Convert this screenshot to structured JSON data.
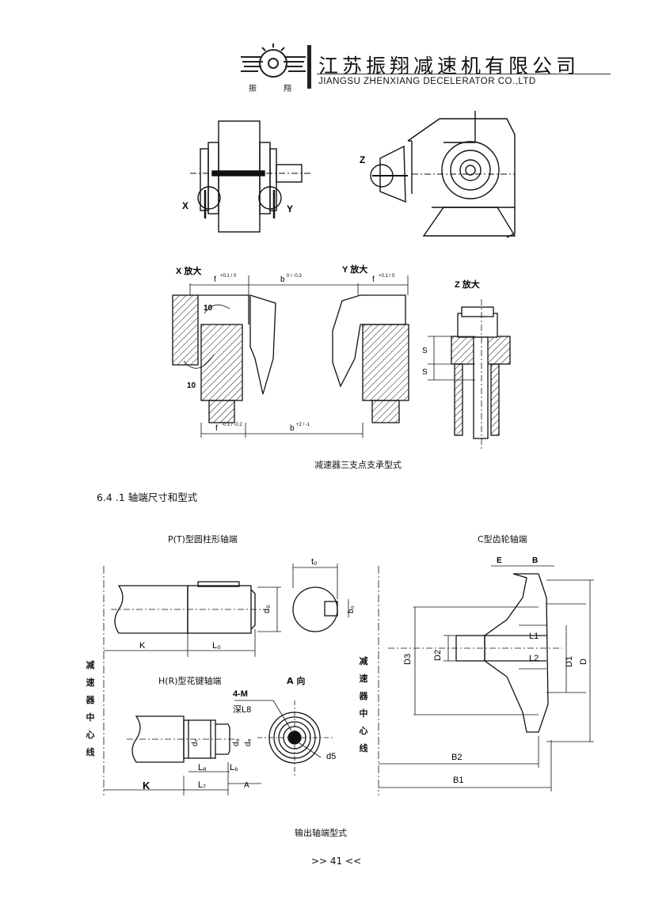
{
  "header": {
    "company_cn": "江苏振翔减速机有限公司",
    "company_en": "JIANGSU ZHENXIANG DECELERATOR CO.,LTD",
    "logo_chars": [
      "振",
      "翔"
    ]
  },
  "figure1": {
    "labels": {
      "x": "X",
      "y": "Y",
      "z": "Z",
      "x_zoom": "X 放大",
      "y_zoom": "Y 放大",
      "z_zoom": "Z 放大",
      "angle1": "10",
      "angle2": "10",
      "f_top": "f",
      "f_top_tol": "+0.1 / 0",
      "b_top": "b",
      "b_top_tol": "0 / -0.3",
      "f_top2": "f",
      "f_top2_tol": "+0.1 / 0",
      "f_bottom": "f",
      "f_bottom_tol": "-0.1 / -0.2",
      "b_bottom": "b",
      "b_bottom_tol": "+2 / -1",
      "s1": "S",
      "s2": "S"
    },
    "caption": "减速器三支点支承型式"
  },
  "section": {
    "title": "6.4 .1  轴端尺寸和型式"
  },
  "figure2": {
    "pt_title": "P(T)型圆柱形轴端",
    "c_title": "C型齿轮轴端",
    "hr_title": "H(R)型花键轴端",
    "a_view": "A 向",
    "labels": {
      "K1": "K",
      "L0": "L₀",
      "d0": "d₀",
      "t0": "t₀",
      "b0": "b₀",
      "m4": "4-M",
      "deep": "深L8",
      "d5": "d5",
      "d7": "d₇",
      "d6": "d₆",
      "da": "dₐ",
      "La": "Lₐ",
      "L6": "L₆",
      "L7": "L₇",
      "K2": "K",
      "A": "A",
      "E": "E",
      "B": "B",
      "D3": "D3",
      "D2": "D2",
      "D1": "D1",
      "D": "D",
      "L1": "L1",
      "L2": "L2",
      "B2": "B2",
      "B1": "B1"
    },
    "side_label": [
      "减",
      "速",
      "器",
      "中",
      "心",
      "线"
    ],
    "caption": "输出轴端型式"
  },
  "footer": {
    "page": ">> 41 <<"
  }
}
